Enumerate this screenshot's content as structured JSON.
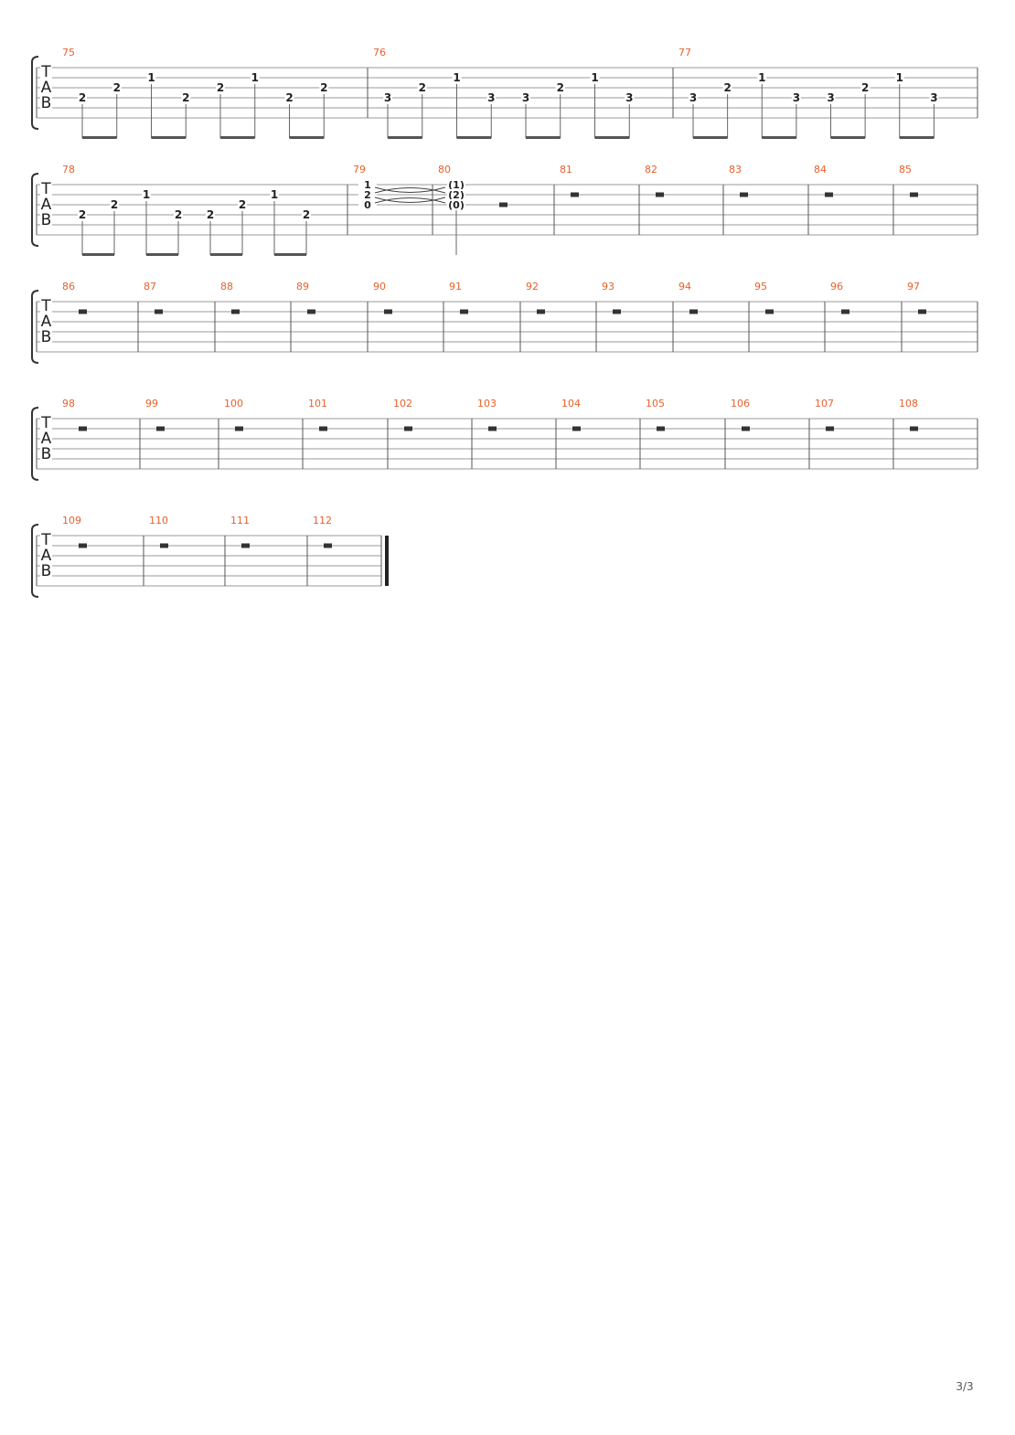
{
  "page": {
    "number_label": "3/3"
  },
  "staff_label": [
    "T",
    "A",
    "B"
  ],
  "colors": {
    "measure_number": "#e8602c",
    "note": "#222222",
    "line": "#9a9a9a",
    "beam": "#555555"
  },
  "systems": [
    {
      "measures": [
        {
          "number": "75",
          "rest": false,
          "notes": [
            {
              "s": 4,
              "f": "2"
            },
            {
              "s": 3,
              "f": "2"
            },
            {
              "s": 2,
              "f": "1"
            },
            {
              "s": 4,
              "f": "2"
            },
            {
              "s": 3,
              "f": "2"
            },
            {
              "s": 2,
              "f": "1"
            },
            {
              "s": 4,
              "f": "2"
            },
            {
              "s": 3,
              "f": "2"
            }
          ]
        },
        {
          "number": "76",
          "rest": false,
          "notes": [
            {
              "s": 4,
              "f": "3"
            },
            {
              "s": 3,
              "f": "2"
            },
            {
              "s": 2,
              "f": "1"
            },
            {
              "s": 4,
              "f": "3"
            },
            {
              "s": 4,
              "f": "3"
            },
            {
              "s": 3,
              "f": "2"
            },
            {
              "s": 2,
              "f": "1"
            },
            {
              "s": 4,
              "f": "3"
            }
          ]
        },
        {
          "number": "77",
          "rest": false,
          "notes": [
            {
              "s": 4,
              "f": "3"
            },
            {
              "s": 3,
              "f": "2"
            },
            {
              "s": 2,
              "f": "1"
            },
            {
              "s": 4,
              "f": "3"
            },
            {
              "s": 4,
              "f": "3"
            },
            {
              "s": 3,
              "f": "2"
            },
            {
              "s": 2,
              "f": "1"
            },
            {
              "s": 4,
              "f": "3"
            }
          ]
        }
      ]
    },
    {
      "measures": [
        {
          "number": "78",
          "rest": false,
          "notes": [
            {
              "s": 4,
              "f": "2"
            },
            {
              "s": 3,
              "f": "2"
            },
            {
              "s": 2,
              "f": "1"
            },
            {
              "s": 4,
              "f": "2"
            },
            {
              "s": 4,
              "f": "2"
            },
            {
              "s": 3,
              "f": "2"
            },
            {
              "s": 2,
              "f": "1"
            },
            {
              "s": 4,
              "f": "2"
            }
          ]
        },
        {
          "number": "79",
          "rest": false,
          "chord": [
            "1",
            "2",
            "0"
          ]
        },
        {
          "number": "80",
          "rest": false,
          "chord": [
            "(1)",
            "(2)",
            "(0)"
          ],
          "trailing_rest": true
        },
        {
          "number": "81",
          "rest": true
        },
        {
          "number": "82",
          "rest": true
        },
        {
          "number": "83",
          "rest": true
        },
        {
          "number": "84",
          "rest": true
        },
        {
          "number": "85",
          "rest": true
        }
      ]
    },
    {
      "measures": [
        {
          "number": "86",
          "rest": true
        },
        {
          "number": "87",
          "rest": true
        },
        {
          "number": "88",
          "rest": true
        },
        {
          "number": "89",
          "rest": true
        },
        {
          "number": "90",
          "rest": true
        },
        {
          "number": "91",
          "rest": true
        },
        {
          "number": "92",
          "rest": true
        },
        {
          "number": "93",
          "rest": true
        },
        {
          "number": "94",
          "rest": true
        },
        {
          "number": "95",
          "rest": true
        },
        {
          "number": "96",
          "rest": true
        },
        {
          "number": "97",
          "rest": true
        }
      ]
    },
    {
      "measures": [
        {
          "number": "98",
          "rest": true
        },
        {
          "number": "99",
          "rest": true
        },
        {
          "number": "100",
          "rest": true
        },
        {
          "number": "101",
          "rest": true
        },
        {
          "number": "102",
          "rest": true
        },
        {
          "number": "103",
          "rest": true
        },
        {
          "number": "104",
          "rest": true
        },
        {
          "number": "105",
          "rest": true
        },
        {
          "number": "106",
          "rest": true
        },
        {
          "number": "107",
          "rest": true
        },
        {
          "number": "108",
          "rest": true
        }
      ]
    },
    {
      "final_barline": true,
      "measures": [
        {
          "number": "109",
          "rest": true
        },
        {
          "number": "110",
          "rest": true
        },
        {
          "number": "111",
          "rest": true
        },
        {
          "number": "112",
          "rest": true
        }
      ]
    }
  ]
}
